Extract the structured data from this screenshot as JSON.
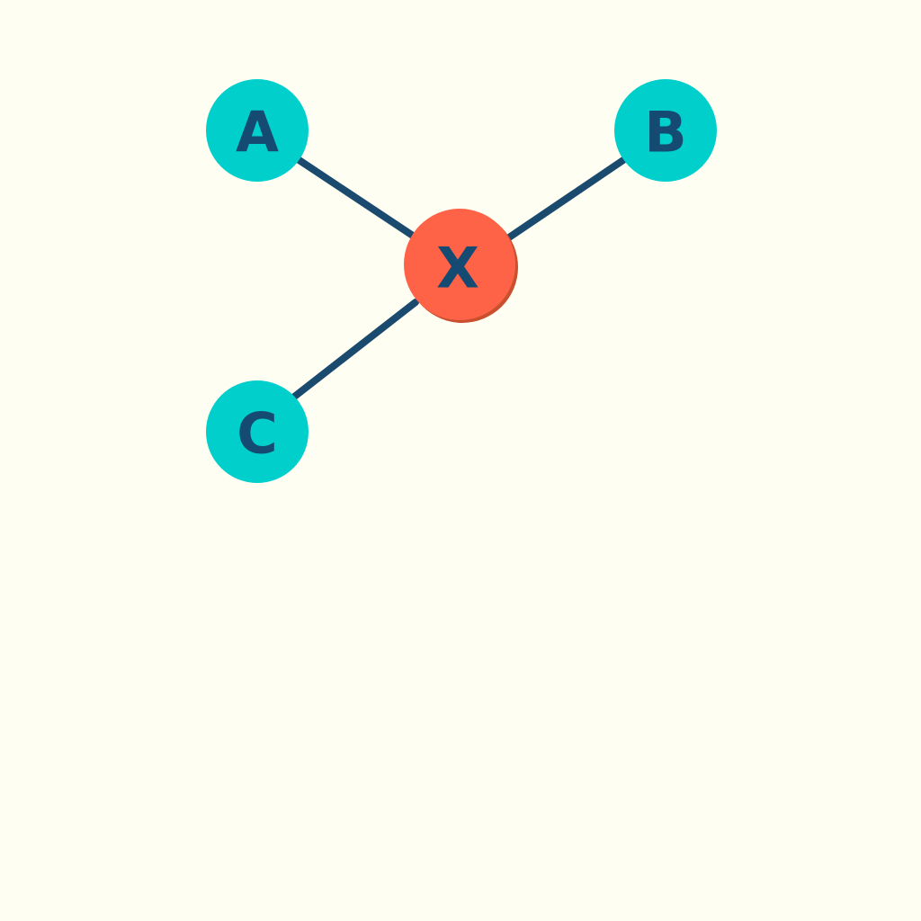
{
  "colors": {
    "background": "#fefef2",
    "outer_node_fill": "#00cfcc",
    "center_node_fill": "#ff6347",
    "edge": "#1a4a6e",
    "label": "#154a72"
  },
  "nodes": {
    "a": {
      "label": "A"
    },
    "b": {
      "label": "B"
    },
    "c": {
      "label": "C"
    },
    "x": {
      "label": "X"
    }
  },
  "edges": [
    {
      "from": "A",
      "to": "X"
    },
    {
      "from": "B",
      "to": "X"
    },
    {
      "from": "C",
      "to": "X"
    }
  ]
}
